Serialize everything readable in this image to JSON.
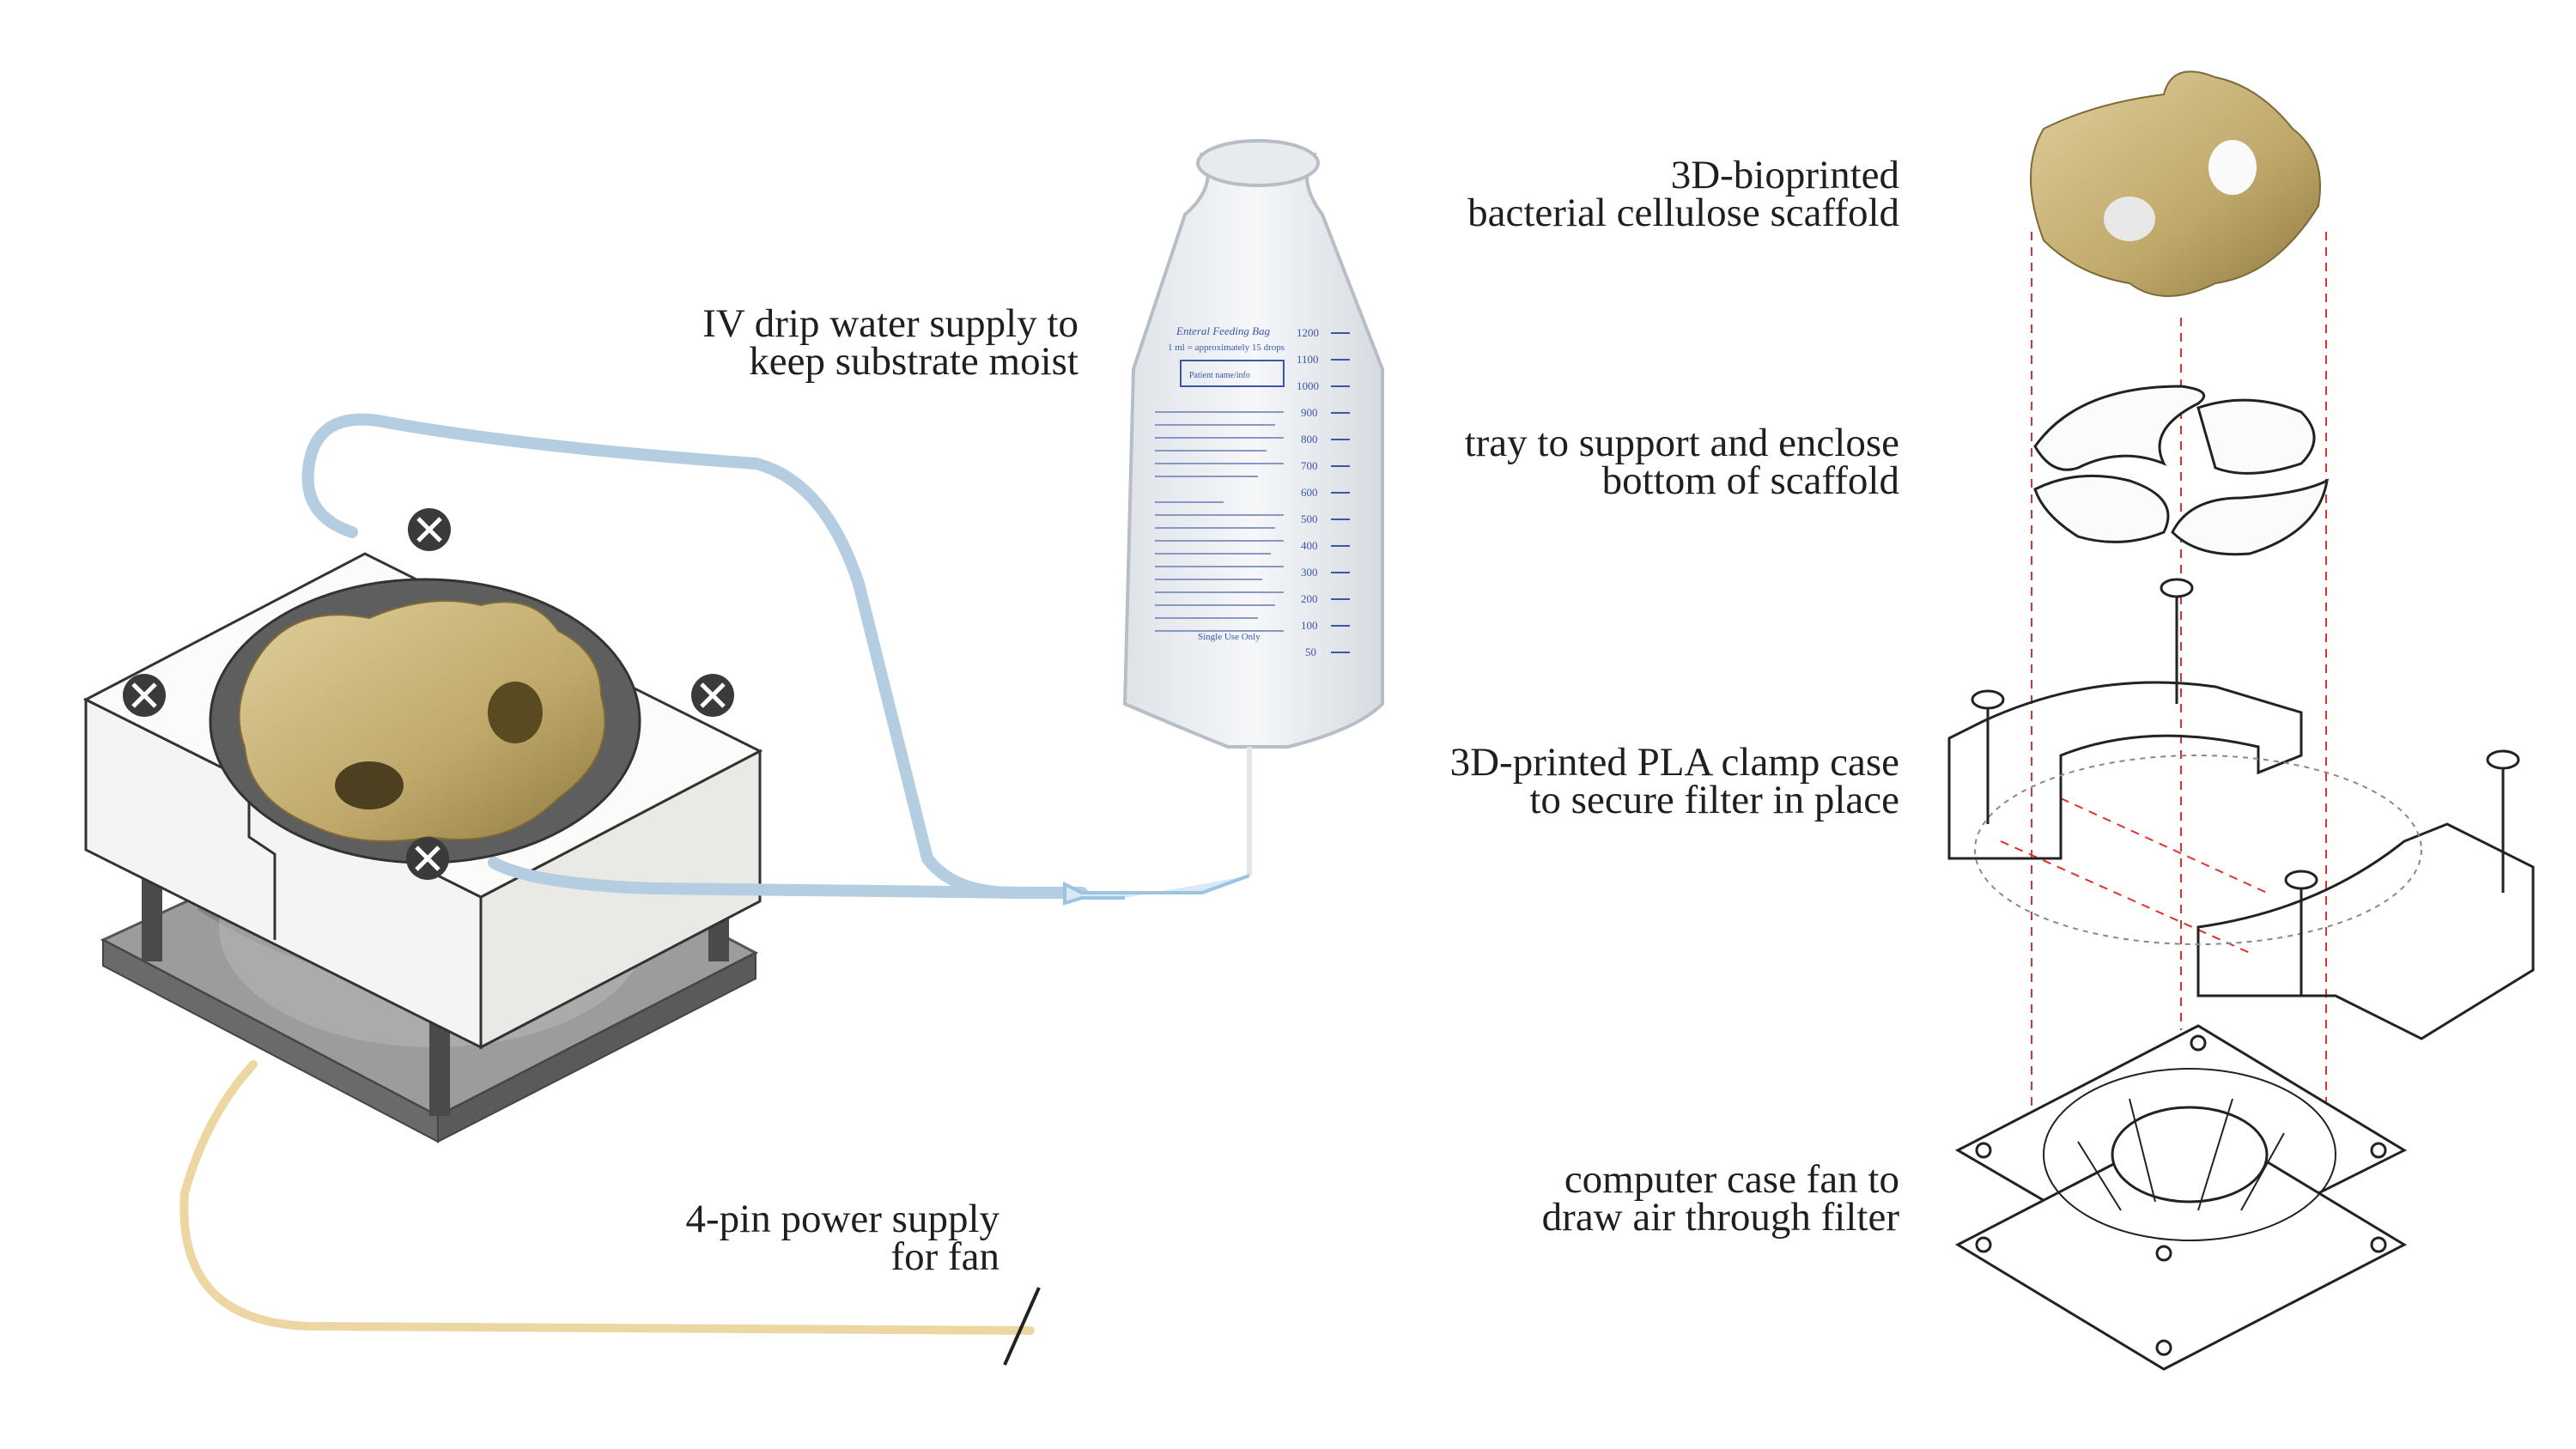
{
  "labels": {
    "iv_drip": [
      "IV drip water supply to",
      "keep substrate moist"
    ],
    "power": [
      "4-pin power supply",
      "for fan"
    ],
    "scaffold": [
      "3D-bioprinted",
      "bacterial cellulose scaffold"
    ],
    "tray": [
      "tray to support and enclose",
      "bottom of scaffold"
    ],
    "clamp": [
      "3D-printed PLA clamp case",
      "to secure filter in place"
    ],
    "fan": [
      "computer case fan to",
      "draw air through filter"
    ]
  },
  "iv_bag": {
    "title": "Enteral Feeding Bag",
    "subtitle": "1 ml = approximately 15 drops",
    "name_box": "Patient name/info",
    "scale": [
      "1200",
      "1100",
      "1000",
      "900",
      "800",
      "700",
      "600",
      "500",
      "400",
      "300",
      "200",
      "100",
      "50"
    ],
    "footer": "Single Use Only"
  },
  "colors": {
    "scaffold_fill": "#c9b47e",
    "scaffold_shadow": "#8f7a40",
    "tube_blue": "#b5cde0",
    "tube_power": "#ecd7a3",
    "guide_lines": "#e0302c",
    "case_white": "#f7f7f5",
    "fan_grey": "#8d8d8d"
  }
}
